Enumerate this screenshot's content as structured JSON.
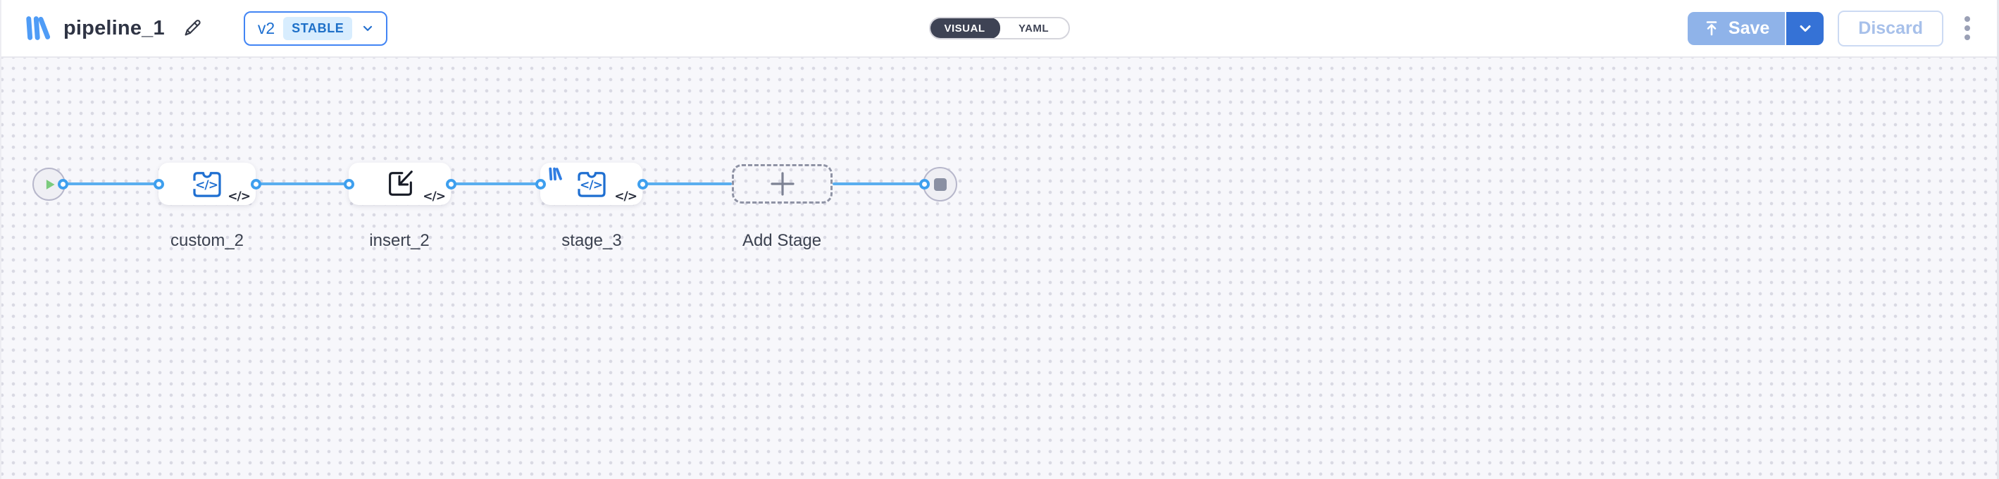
{
  "header": {
    "title": "pipeline_1",
    "version": {
      "label": "v2",
      "badge": "STABLE"
    },
    "modes": [
      "VISUAL",
      "YAML"
    ],
    "selected_mode": "VISUAL",
    "save_label": "Save",
    "discard_label": "Discard",
    "icons": {
      "logo": "library-bars-logo",
      "edit": "pencil-icon",
      "version_chevron": "chevron-down-icon",
      "save": "upload-icon",
      "save_chevron": "chevron-down-icon",
      "menu": "kebab-menu-icon"
    }
  },
  "canvas": {
    "nodes": [
      {
        "id": "start",
        "type": "start",
        "icon": "play-icon"
      },
      {
        "id": "custom_2",
        "type": "custom",
        "label": "custom_2",
        "icon": "code-plugin-icon"
      },
      {
        "id": "insert_2",
        "type": "insert",
        "label": "insert_2",
        "icon": "insert-arrow-icon"
      },
      {
        "id": "stage_3",
        "type": "stage",
        "label": "stage_3",
        "icon": "code-plugin-icon"
      },
      {
        "id": "add_stage",
        "type": "add",
        "label": "Add Stage",
        "icon": "plus-icon"
      },
      {
        "id": "end",
        "type": "end",
        "icon": "stop-icon"
      }
    ],
    "code_badge": "</>",
    "edge_count": 5
  },
  "colors": {
    "accent_blue": "#4285f4",
    "icon_blue": "#1f6fd1",
    "edge_blue": "#5aaeef",
    "port_blue": "#3e9fee",
    "save_disabled_bg": "#8fb3e9",
    "save_caret_bg": "#3572d6",
    "stable_badge_bg": "#d8edfe",
    "stable_badge_text": "#1e70c8",
    "toggle_dark": "#3e4354",
    "play_green": "#7bcb7d",
    "stop_gray": "#8a90a3",
    "canvas_bg": "#f7f7fb"
  }
}
